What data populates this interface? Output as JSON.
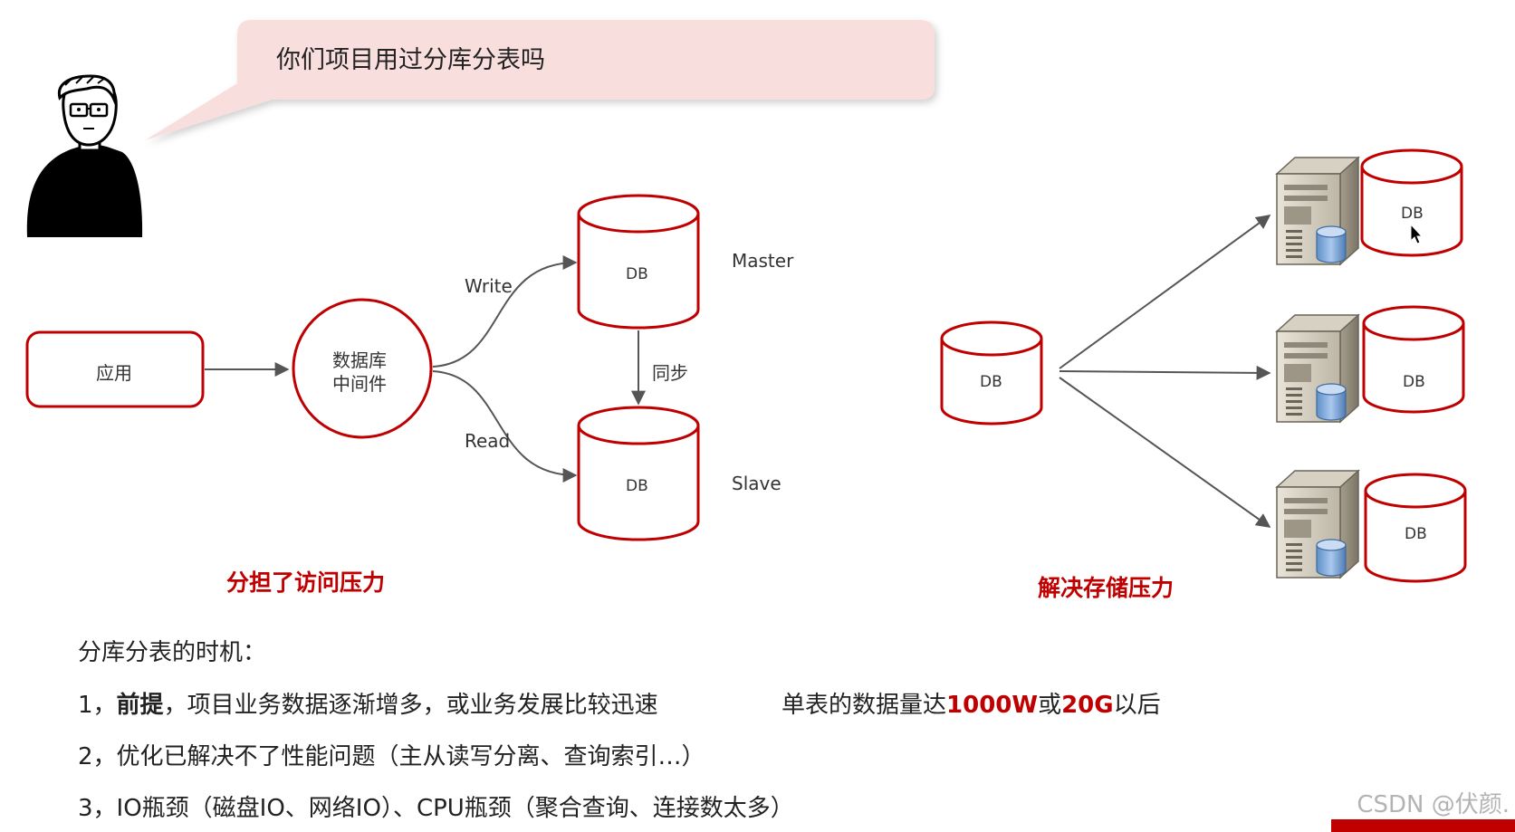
{
  "speech": {
    "question": "你们项目用过分库分表吗"
  },
  "left_diagram": {
    "app_label": "应用",
    "middleware_line1": "数据库",
    "middleware_line2": "中间件",
    "write_label": "Write",
    "read_label": "Read",
    "db_master": "DB",
    "db_slave": "DB",
    "master_label": "Master",
    "slave_label": "Slave",
    "sync_label": "同步",
    "caption": "分担了访问压力"
  },
  "right_diagram": {
    "source_db": "DB",
    "target_dbs": [
      "DB",
      "DB",
      "DB"
    ],
    "caption": "解决存储压力"
  },
  "notes": {
    "heading": "分库分表的时机：",
    "item1": {
      "prefix": "1，",
      "bold": "前提",
      "text": "，项目业务数据逐渐增多，或业务发展比较迅速",
      "right_text1": "单表的数据量达",
      "red1": "1000W",
      "right_text2": "或",
      "red2": "20G",
      "right_text3": "以后"
    },
    "item2": "2，优化已解决不了性能问题（主从读写分离、查询索引…）",
    "item3": "3，IO瓶颈（磁盘IO、网络IO）、CPU瓶颈（聚合查询、连接数太多）"
  },
  "watermark": "CSDN @伏颜.",
  "colors": {
    "accent_red": "#c00000",
    "bubble": "#f9dede",
    "arrow": "#555555"
  }
}
